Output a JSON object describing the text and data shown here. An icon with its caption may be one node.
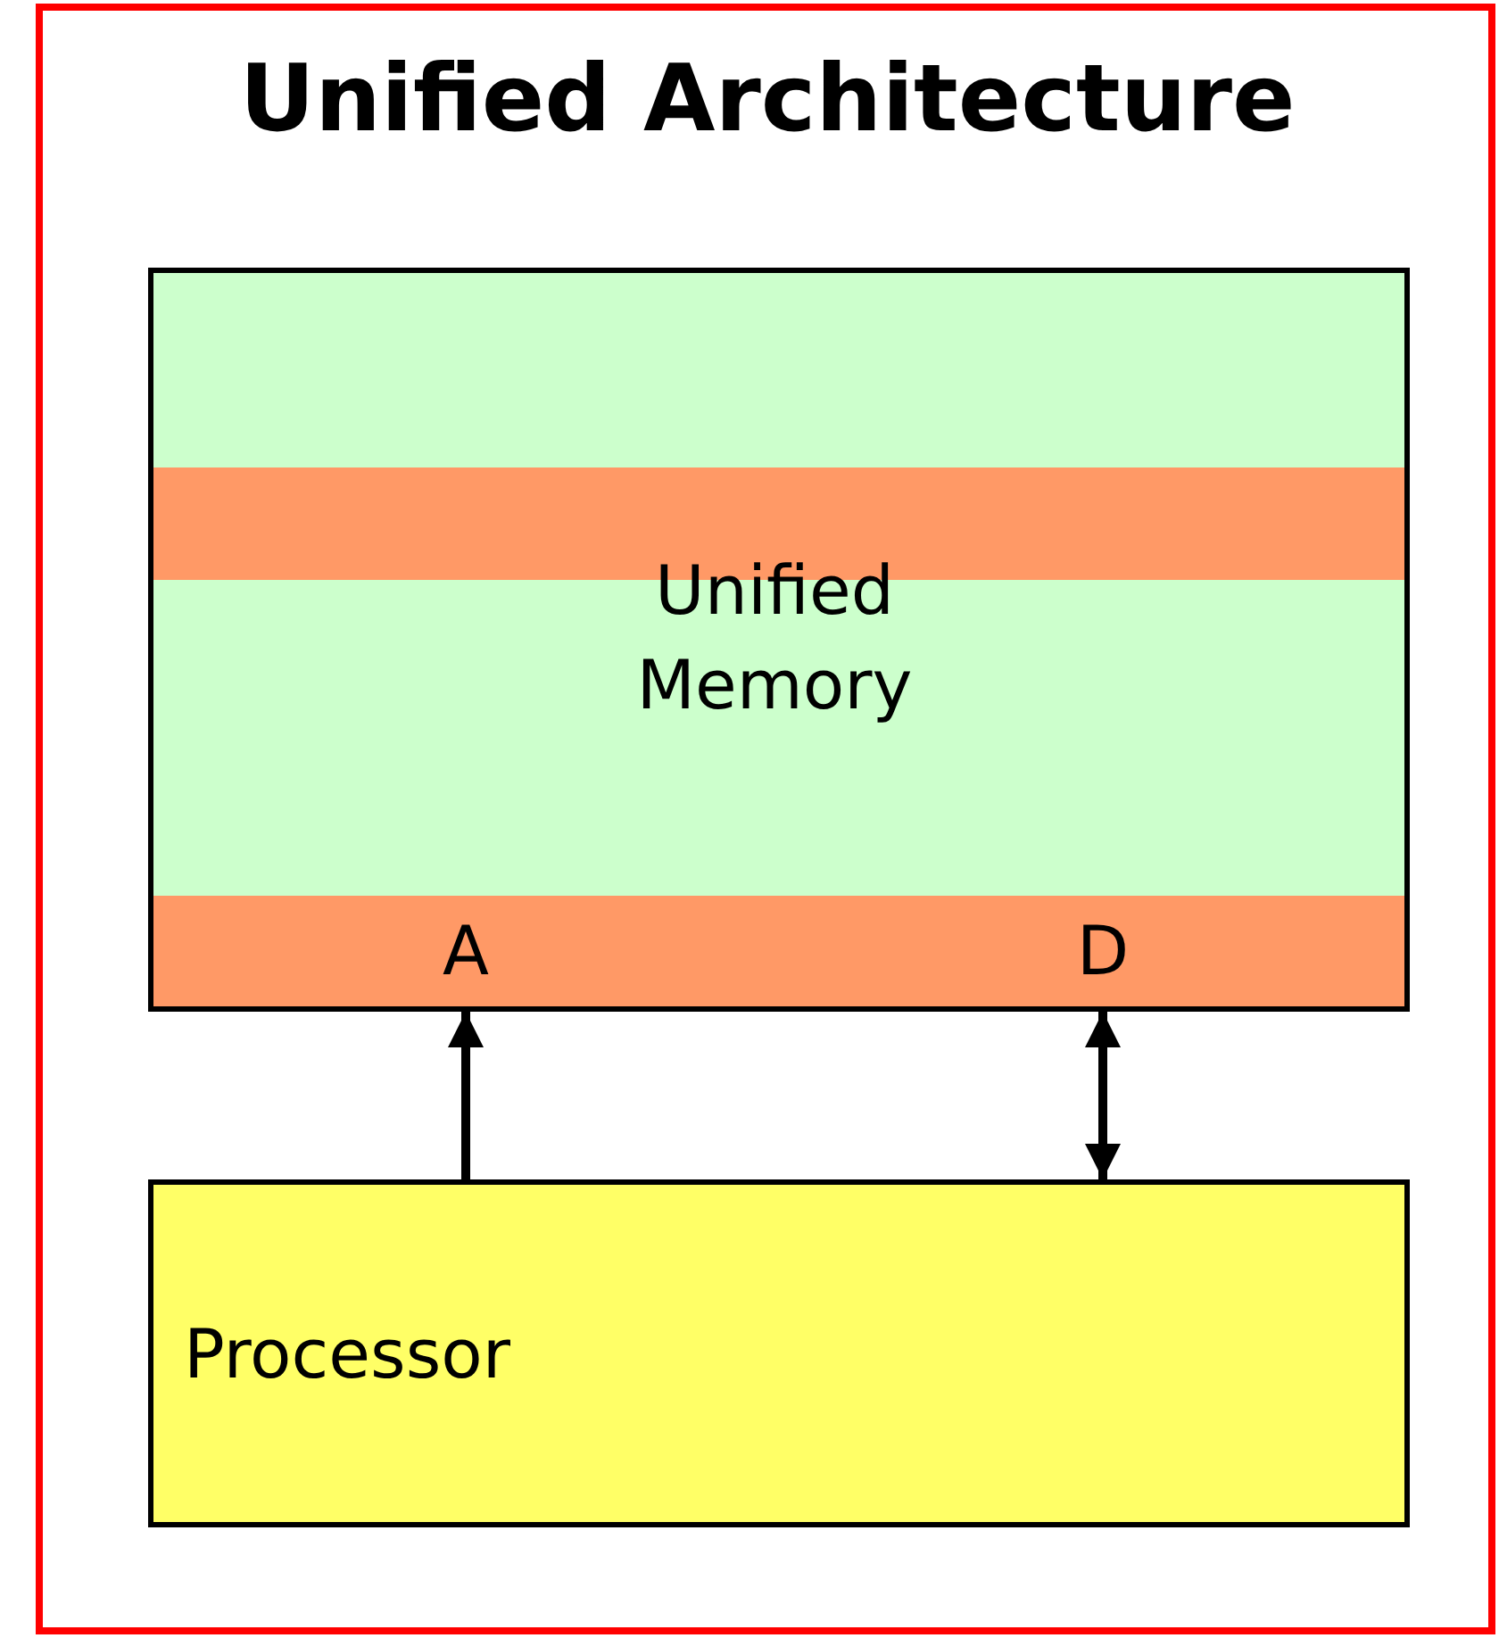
{
  "diagram": {
    "title": "Unified Architecture",
    "nodes": [
      {
        "text": [
          "Unified Memory"
        ]
      },
      {
        "text": [
          "A"
        ],
        "in": 0
      },
      {
        "text": [
          "D"
        ],
        "in": 0
      },
      {
        "text": [
          "Processor"
        ]
      }
    ],
    "edges": [
      {
        "from": 3,
        "to": 1,
        "arrow": "to"
      },
      {
        "from": 3,
        "to": 2,
        "arrow": "both"
      }
    ]
  }
}
